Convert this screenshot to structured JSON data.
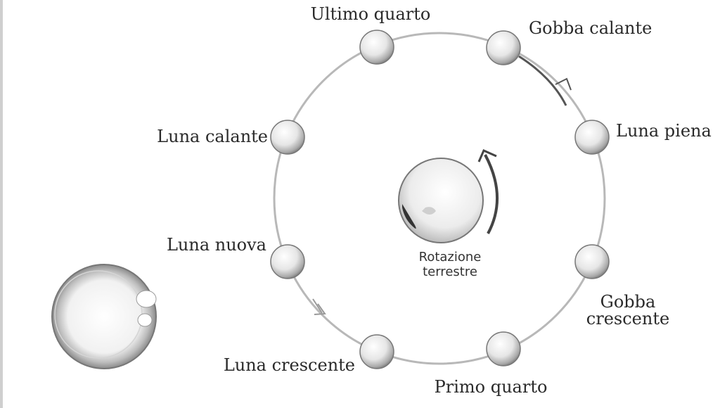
{
  "diagram": {
    "phases": [
      {
        "id": "ultimo-quarto",
        "label": "Ultimo quarto"
      },
      {
        "id": "gobba-calante",
        "label": "Gobba calante"
      },
      {
        "id": "luna-piena",
        "label": "Luna piena"
      },
      {
        "id": "gobba-crescente",
        "label_line1": "Gobba",
        "label_line2": "crescente"
      },
      {
        "id": "primo-quarto",
        "label": "Primo quarto"
      },
      {
        "id": "luna-crescente",
        "label": "Luna crescente"
      },
      {
        "id": "luna-nuova",
        "label": "Luna nuova"
      },
      {
        "id": "luna-calante",
        "label": "Luna calante"
      }
    ],
    "earth": {
      "label_line1": "Rotazione",
      "label_line2": "terrestre"
    },
    "colors": {
      "orbit": "#b8b8b8",
      "arrow": "#555555",
      "text": "#2a2a2a"
    }
  }
}
